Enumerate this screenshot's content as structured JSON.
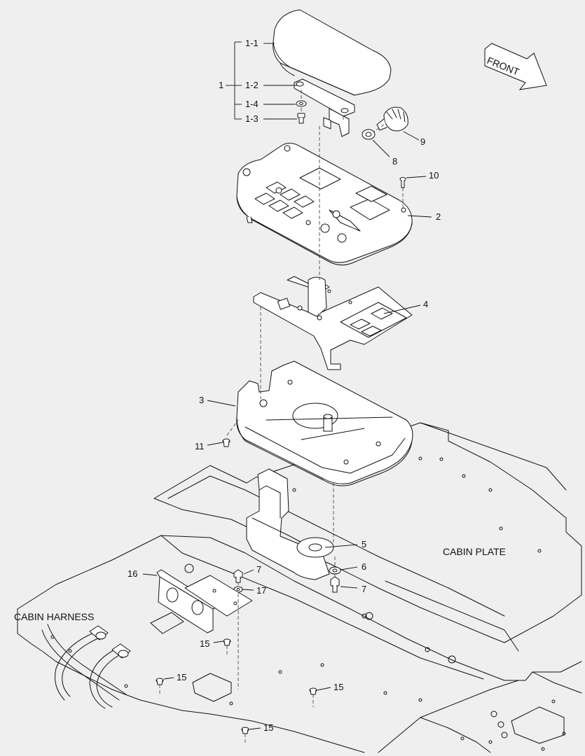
{
  "colors": {
    "background": "#efefef",
    "line": "#111111",
    "part_fill": "#ffffff",
    "dashed": "#333333"
  },
  "orientation_arrow": {
    "label": "FRONT"
  },
  "callouts": {
    "group_1": "1",
    "p1_1": "1-1",
    "p1_2": "1-2",
    "p1_4": "1-4",
    "p1_3": "1-3",
    "p2": "2",
    "p3": "3",
    "p4": "4",
    "p5": "5",
    "p6": "6",
    "p7_top": "7",
    "p7_bottom": "7",
    "p8": "8",
    "p9": "9",
    "p10": "10",
    "p11": "11",
    "p15_a": "15",
    "p15_b": "15",
    "p15_c": "15",
    "p15_d": "15",
    "p16": "16",
    "p17": "17"
  },
  "area_labels": {
    "cabin_plate": "CABIN PLATE",
    "cabin_harness": "CABIN HARNESS"
  }
}
